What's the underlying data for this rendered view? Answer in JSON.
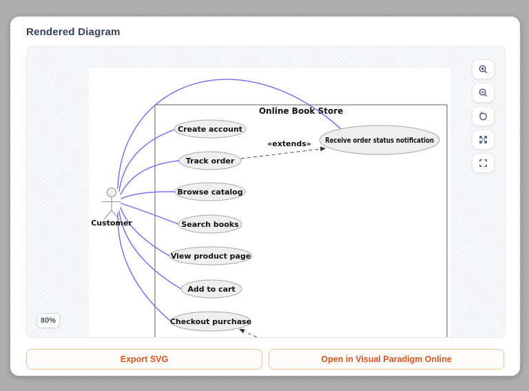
{
  "panel": {
    "title": "Rendered Diagram"
  },
  "viewer": {
    "zoom_badge": "80%",
    "controls": [
      {
        "icon": "zoom-in-icon"
      },
      {
        "icon": "zoom-out-icon"
      },
      {
        "icon": "reset-view-icon"
      },
      {
        "icon": "expand-icon"
      },
      {
        "icon": "fit-view-icon"
      }
    ]
  },
  "actions": {
    "export_svg": "Export SVG",
    "open_visual_paradigm": "Open in Visual Paradigm Online"
  },
  "diagram": {
    "type": "uml-use-case",
    "system_title": "Online Book Store",
    "actor": "Customer",
    "use_cases": [
      {
        "label": "Create account"
      },
      {
        "label": "Track order"
      },
      {
        "label": "Browse catalog"
      },
      {
        "label": "Search books"
      },
      {
        "label": "View product page"
      },
      {
        "label": "Add to cart"
      },
      {
        "label": "Checkout purchase"
      },
      {
        "label": "Receive order status notification"
      }
    ],
    "extends_label": "«extends»",
    "relations": [
      {
        "from": "Track order",
        "to": "Receive order status notification",
        "type": "extends"
      },
      {
        "to": "Checkout purchase",
        "type": "dashed-arrow-from-offscreen"
      }
    ],
    "colors": {
      "association": "#6b6bef",
      "ellipse_fill": "#efefef",
      "ellipse_stroke": "#a6a6a6",
      "accent_orange": "#d9531f"
    }
  }
}
